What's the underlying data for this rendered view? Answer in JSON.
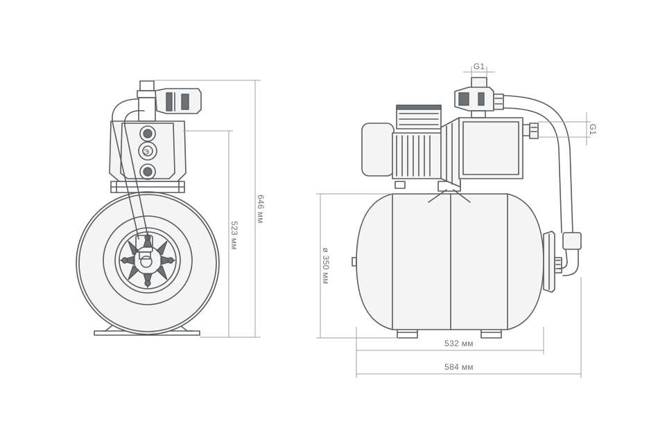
{
  "dimensions": {
    "total_height": "646 мм",
    "tank_height": "523 мм",
    "tank_diameter": "ø 350 мм",
    "tank_length": "532 мм",
    "total_length": "584 мм",
    "inlet_thread": "G1",
    "outlet_thread": "G1"
  },
  "colors": {
    "outline": "#555a5e",
    "dimension_line": "#9aa0a4",
    "dimension_text": "#6b7074"
  }
}
